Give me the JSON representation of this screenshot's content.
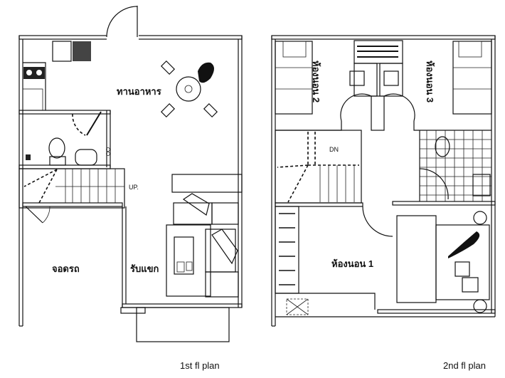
{
  "floor1": {
    "caption": "1st fl plan",
    "rooms": {
      "dining": "ทานอาหาร",
      "parking": "จอดรถ",
      "living": "รับแขก"
    },
    "stair_label": "UP."
  },
  "floor2": {
    "caption": "2nd fl plan",
    "rooms": {
      "bedroom1": "ห้องนอน 1",
      "bedroom2": "ห้องนอน 2",
      "bedroom3": "ห้องนอน 3"
    },
    "stair_label": "DN"
  }
}
